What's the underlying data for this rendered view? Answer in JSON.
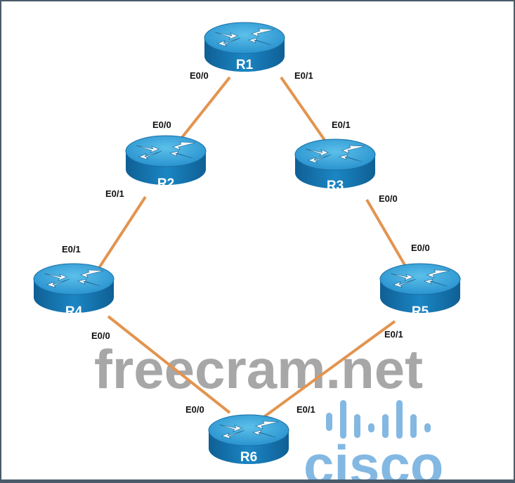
{
  "routers": [
    {
      "name": "R1"
    },
    {
      "name": "R2"
    },
    {
      "name": "R3"
    },
    {
      "name": "R4"
    },
    {
      "name": "R5"
    },
    {
      "name": "R6"
    }
  ],
  "links": [
    {
      "a": "R1",
      "a_if": "E0/0",
      "b": "R2",
      "b_if": "E0/0"
    },
    {
      "a": "R1",
      "a_if": "E0/1",
      "b": "R3",
      "b_if": "E0/1"
    },
    {
      "a": "R2",
      "a_if": "E0/1",
      "b": "R4",
      "b_if": "E0/1"
    },
    {
      "a": "R3",
      "a_if": "E0/0",
      "b": "R5",
      "b_if": "E0/0"
    },
    {
      "a": "R4",
      "a_if": "E0/0",
      "b": "R6",
      "b_if": "E0/0"
    },
    {
      "a": "R5",
      "a_if": "E0/1",
      "b": "R6",
      "b_if": "E0/1"
    }
  ],
  "watermark": "freecram.net",
  "logo": "cisco",
  "colors": {
    "link": "#e3944f",
    "router_top": "#3aa6dc",
    "router_side": "#1776b0",
    "border": "#4a5a6a"
  }
}
